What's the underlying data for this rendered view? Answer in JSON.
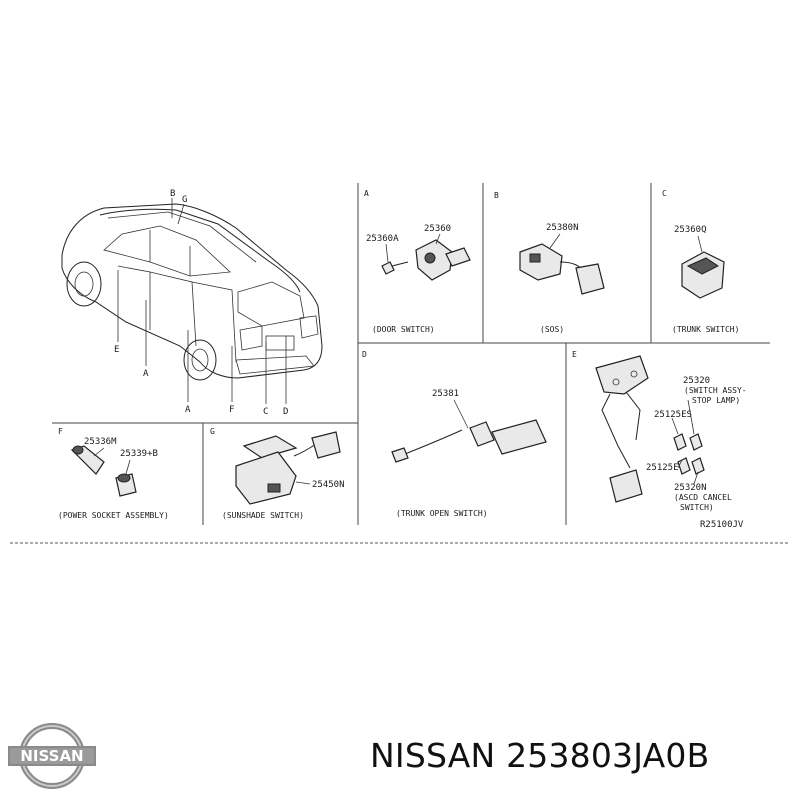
{
  "diagram": {
    "ref_code": "R25100JV",
    "sections": {
      "a": {
        "letter": "A",
        "parts": [
          "25360A",
          "25360"
        ],
        "caption": "(DOOR SWITCH)"
      },
      "b": {
        "letter": "B",
        "parts": [
          "25380N"
        ],
        "caption": "(SOS)"
      },
      "c": {
        "letter": "C",
        "parts": [
          "25360Q"
        ],
        "caption": "(TRUNK SWITCH)"
      },
      "d": {
        "letter": "D",
        "parts": [
          "25381"
        ],
        "caption": "(TRUNK OPEN SWITCH)"
      },
      "e": {
        "letter": "E",
        "parts": [
          "25320",
          "(SWITCH ASSY-",
          "STOP LAMP)",
          "25125ES",
          "25125E",
          "25320N",
          "(ASCD CANCEL",
          "SWITCH)"
        ]
      },
      "f": {
        "letter": "F",
        "parts": [
          "25336M",
          "25339+B"
        ],
        "caption": "(POWER SOCKET ASSEMBLY)"
      },
      "g": {
        "letter": "G",
        "parts": [
          "25450N"
        ],
        "caption": "(SUNSHADE SWITCH)"
      }
    },
    "car_callouts": [
      "B",
      "G",
      "E",
      "A",
      "A",
      "F",
      "C",
      "D"
    ]
  },
  "brand": {
    "logo_text": "NISSAN",
    "caption": "NISSAN 253803JA0B"
  }
}
